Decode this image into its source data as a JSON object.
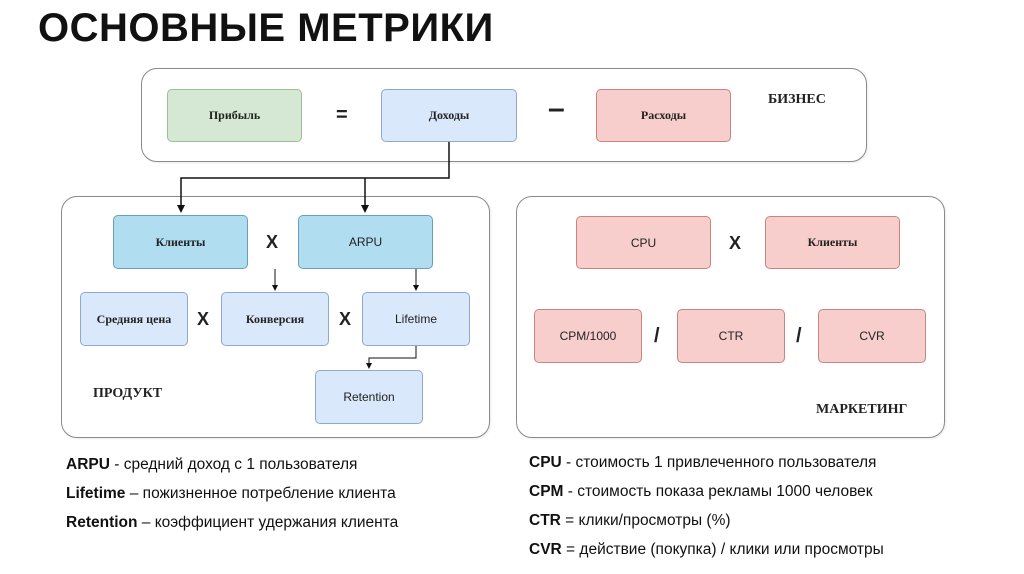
{
  "title": "ОСНОВНЫЕ МЕТРИКИ",
  "business": {
    "label": "БИЗНЕС",
    "profit": "Прибыль",
    "equals": "=",
    "revenue": "Доходы",
    "minus": "–",
    "expenses": "Расходы"
  },
  "product": {
    "label": "ПРОДУКТ",
    "clients": "Клиенты",
    "times1": "X",
    "arpu": "ARPU",
    "avg_price": "Средняя цена",
    "times2": "X",
    "conversion": "Конверсия",
    "times3": "X",
    "lifetime": "Lifetime",
    "retention": "Retention"
  },
  "marketing": {
    "label": "МАРКЕТИНГ",
    "cpu": "CPU",
    "times": "X",
    "clients": "Клиенты",
    "cpm": "CPM/1000",
    "div1": "/",
    "ctr": "CTR",
    "div2": "/",
    "cvr": "CVR"
  },
  "legend_left": [
    {
      "term": "ARPU",
      "desc": " - средний доход с 1 пользователя"
    },
    {
      "term": "Lifetime",
      "desc": " – пожизненное потребление клиента"
    },
    {
      "term": "Retention",
      "desc": " – коэффициент удержания клиента"
    }
  ],
  "legend_right": [
    {
      "term": "CPU",
      "desc": " - стоимость 1 привлеченного пользователя"
    },
    {
      "term": "CPM",
      "desc": " - стоимость показа рекламы 1000 человек"
    },
    {
      "term": "CTR",
      "desc": " = клики/просмотры (%)"
    },
    {
      "term": "CVR",
      "desc": " = действие (покупка) / клики или просмотры"
    }
  ],
  "colors": {
    "green": "#d5e8d4",
    "light_blue": "#dae8fc",
    "mid_blue": "#b1ddf0",
    "pink": "#f8cecc"
  }
}
